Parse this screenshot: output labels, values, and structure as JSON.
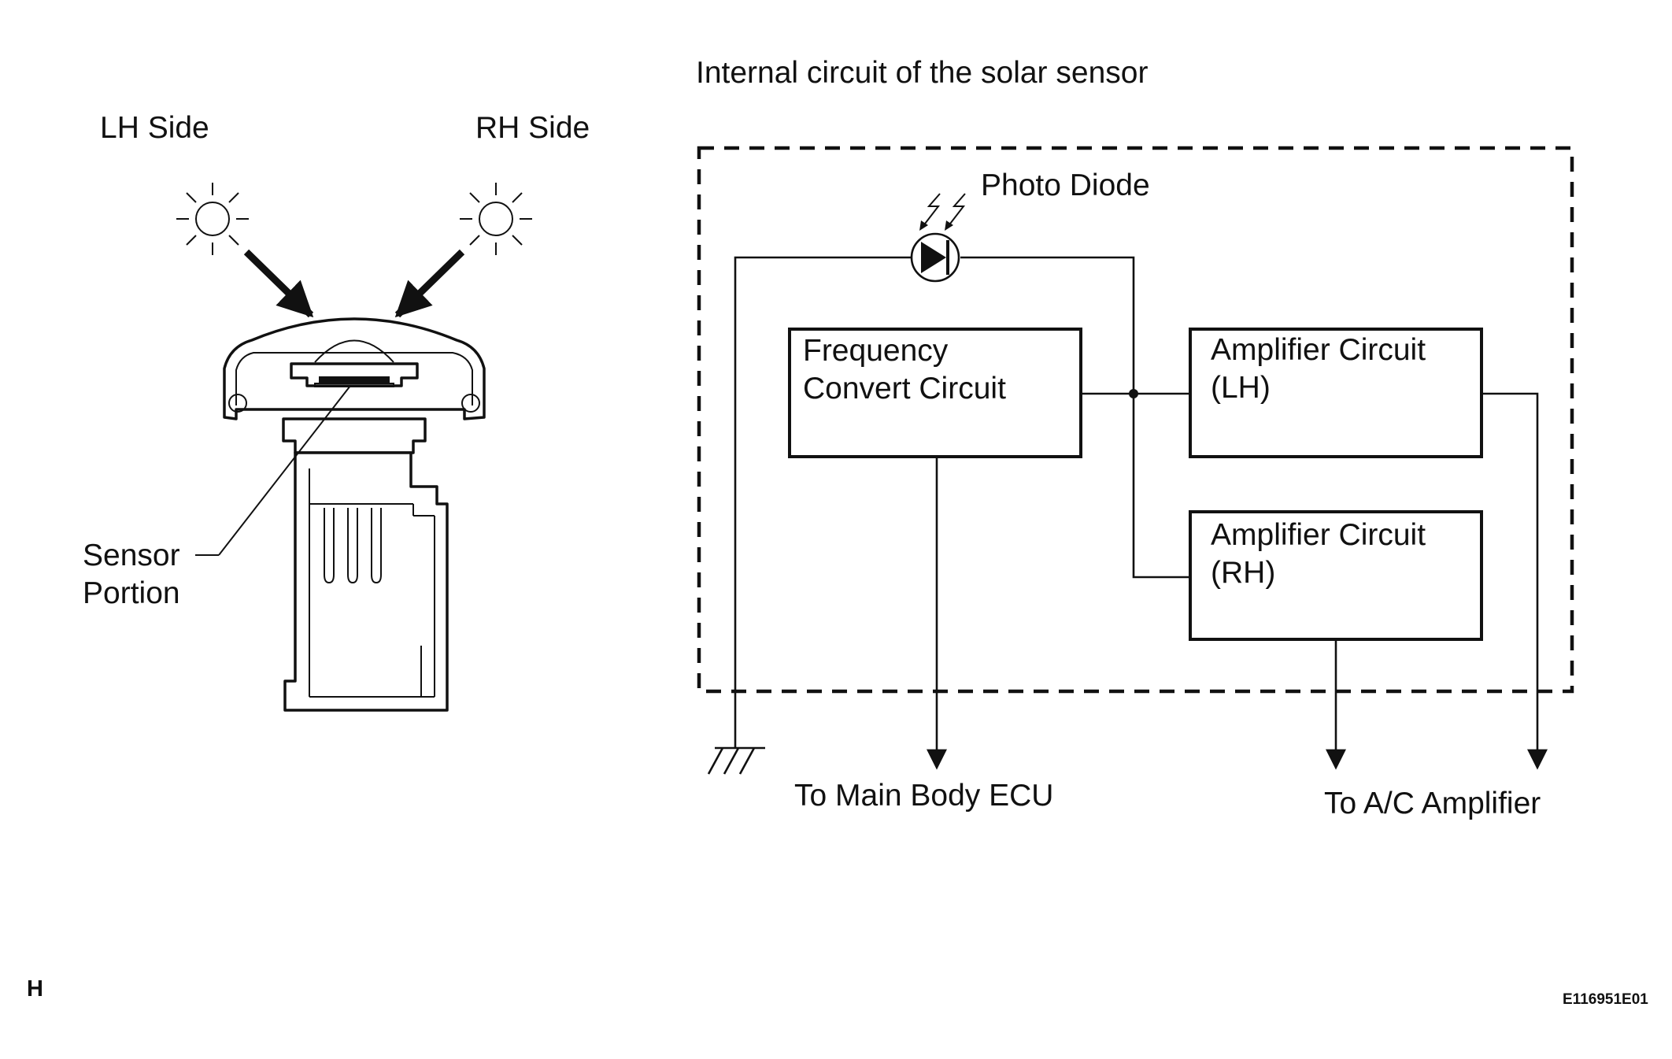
{
  "title": "Internal circuit of the solar sensor",
  "left_labels": {
    "lh_side": "LH Side",
    "rh_side": "RH Side",
    "sensor_portion_line1": "Sensor",
    "sensor_portion_line2": "Portion"
  },
  "components": {
    "photo_diode": "Photo Diode",
    "frequency_convert_line1": "Frequency",
    "frequency_convert_line2": "Convert Circuit",
    "amp_lh_line1": "Amplifier Circuit",
    "amp_lh_line2": "(LH)",
    "amp_rh_line1": "Amplifier Circuit",
    "amp_rh_line2": "(RH)"
  },
  "outputs": {
    "main_body_ecu": "To Main Body ECU",
    "ac_amplifier": "To A/C Amplifier"
  },
  "footer": {
    "corner_letter": "H",
    "figure_code": "E116951E01"
  }
}
